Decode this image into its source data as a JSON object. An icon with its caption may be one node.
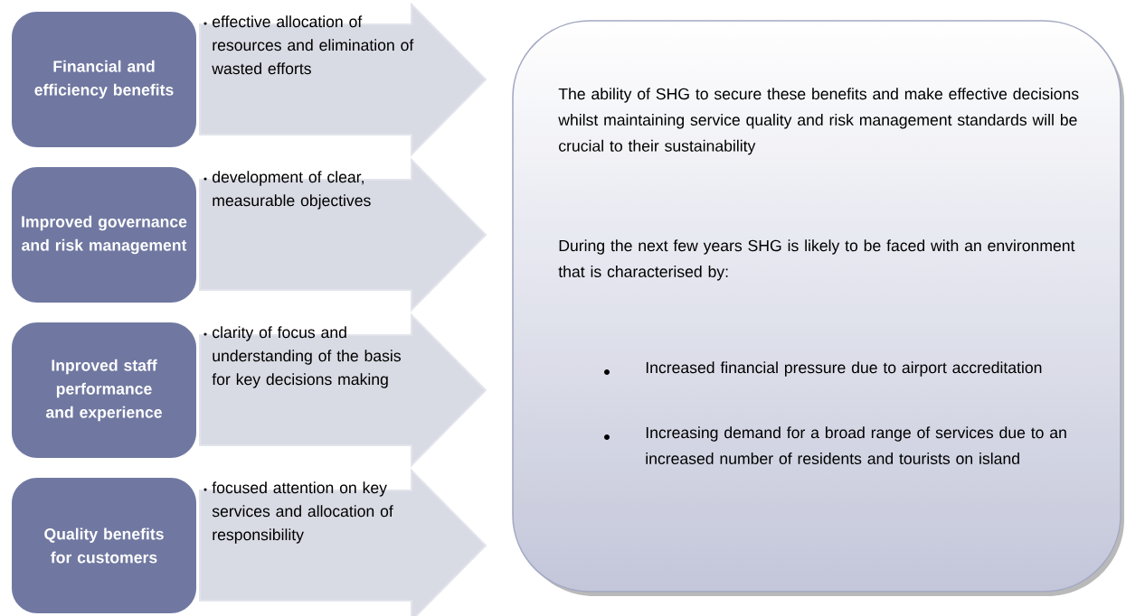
{
  "diagram": {
    "nodes": [
      {
        "text": [
          "Financial and efficiency benefits"
        ]
      },
      {
        "text": [
          "effective allocation of resources and elimination of wasted efforts"
        ]
      },
      {
        "text": [
          "Improved governance and risk management"
        ]
      },
      {
        "text": [
          "development of clear, measurable objectives"
        ]
      },
      {
        "text": [
          "Inproved staff performance and experience"
        ]
      },
      {
        "text": [
          "clarity of focus and understanding of the basis for key decisions making"
        ]
      },
      {
        "text": [
          "Quality benefits for customers"
        ]
      },
      {
        "text": [
          "focused attention on key services and allocation of responsibility"
        ]
      },
      {
        "text": [
          "The ability of SHG to secure these benefits and make effective decisions whilst maintaining service quality and risk management standards will be crucial to their sustainability",
          "During the next few years SHG is likely to be faced with an environment that is characterised by:",
          "Increased financial pressure due to airport accreditation",
          "Increasing demand for a broad range of services due to an increased number of residents and tourists on island"
        ]
      }
    ]
  }
}
